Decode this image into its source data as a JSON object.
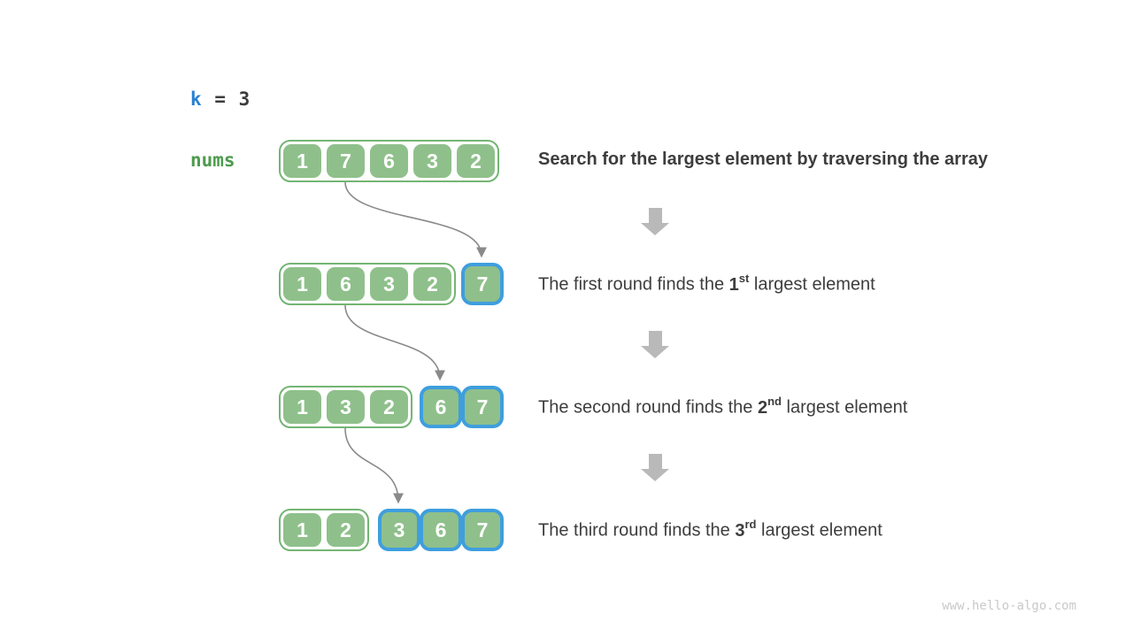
{
  "colors": {
    "cell_green": "#8fc08b",
    "container_border_green": "#74b574",
    "label_green": "#4d9b4d",
    "blue_border": "#3f9ede",
    "k_blue": "#2980d2",
    "text_dark": "#3d3d3d",
    "block_arrow_gray": "#b9b9b9",
    "connector_gray": "#8a8a8a",
    "watermark_gray": "#c9c9c9"
  },
  "variable_assignment": {
    "name": "k",
    "operator": "=",
    "value": "3"
  },
  "array_label": "nums",
  "rows": [
    {
      "kept": [
        "1",
        "7",
        "6",
        "3",
        "2"
      ],
      "extracted": [],
      "caption": {
        "bold_full": true,
        "prefix": "Search for the largest element by traversing the array",
        "ordinal": "",
        "ordinal_suffix": "",
        "suffix": ""
      }
    },
    {
      "kept": [
        "1",
        "6",
        "3",
        "2"
      ],
      "extracted": [
        "7"
      ],
      "caption": {
        "bold_full": false,
        "prefix": "The first round finds the ",
        "ordinal": "1",
        "ordinal_suffix": "st",
        "suffix": " largest element"
      }
    },
    {
      "kept": [
        "1",
        "3",
        "2"
      ],
      "extracted": [
        "6",
        "7"
      ],
      "caption": {
        "bold_full": false,
        "prefix": "The second round finds the ",
        "ordinal": "2",
        "ordinal_suffix": "nd",
        "suffix": " largest element"
      }
    },
    {
      "kept": [
        "1",
        "2"
      ],
      "extracted": [
        "3",
        "6",
        "7"
      ],
      "caption": {
        "bold_full": false,
        "prefix": "The third round finds the ",
        "ordinal": "3",
        "ordinal_suffix": "rd",
        "suffix": " largest element"
      }
    }
  ],
  "watermark": "www.hello-algo.com"
}
